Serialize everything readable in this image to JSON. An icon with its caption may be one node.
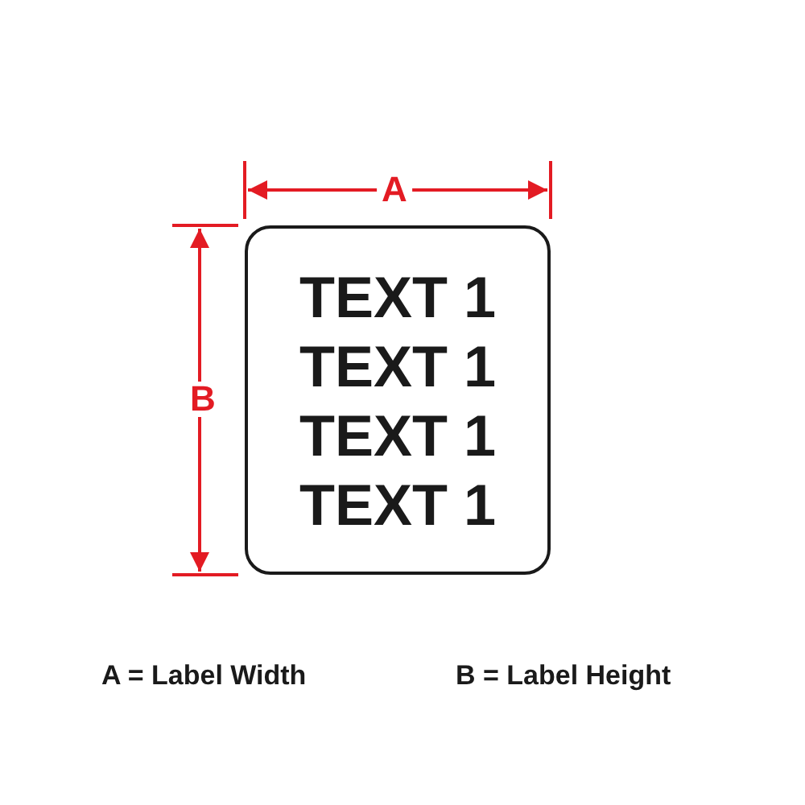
{
  "diagram": {
    "nodes": [
      {
        "text": [
          "TEXT 1",
          "TEXT 1",
          "TEXT 1",
          "TEXT 1"
        ]
      }
    ],
    "labels": [
      "A",
      "B",
      "A = Label Width",
      "B = Label Height"
    ]
  }
}
